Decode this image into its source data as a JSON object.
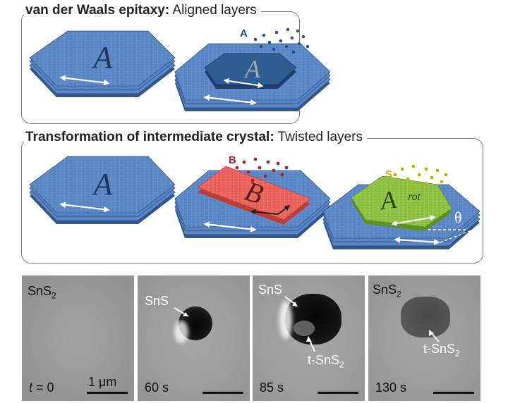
{
  "panel1": {
    "title_bold": "van der Waals epitaxy:",
    "title_rest": " Aligned layers"
  },
  "panel2": {
    "title_bold": "Transformation of intermediate crystal:",
    "title_rest": " Twisted layers"
  },
  "crystal_letters": {
    "a": "A",
    "b": "B",
    "a_rot": "A",
    "rot_sup": "rot",
    "theta": "θ"
  },
  "precursor_labels": {
    "a": "A",
    "b": "B",
    "s": "S"
  },
  "colors": {
    "substrate": "#5b86c6",
    "aligned_flake": "#2f5d93",
    "b_flake": "#e8615b",
    "s_flake": "#8cc043",
    "a_precursor": "#1e4f87",
    "b_precursor": "#a3282b",
    "s_precursor": "#b7b800"
  },
  "frames": [
    {
      "label": "SnS",
      "label_sub": "2",
      "time_italic": "t",
      "time_rest": " = 0",
      "scale_text": "1 μm",
      "arrows": []
    },
    {
      "label": "",
      "time_italic": "",
      "time_rest": "60 s",
      "scale_text": "",
      "arrows": [
        {
          "text": "SnS",
          "sub": ""
        }
      ]
    },
    {
      "label": "SnS",
      "label_sub": "",
      "time_italic": "",
      "time_rest": "85 s",
      "scale_text": "",
      "arrows": [
        {
          "text": "t-SnS",
          "sub": "2"
        }
      ]
    },
    {
      "label": "SnS",
      "label_sub": "2",
      "time_italic": "",
      "time_rest": "130 s",
      "scale_text": "",
      "arrows": [
        {
          "text": "t-SnS",
          "sub": "2"
        }
      ]
    }
  ]
}
